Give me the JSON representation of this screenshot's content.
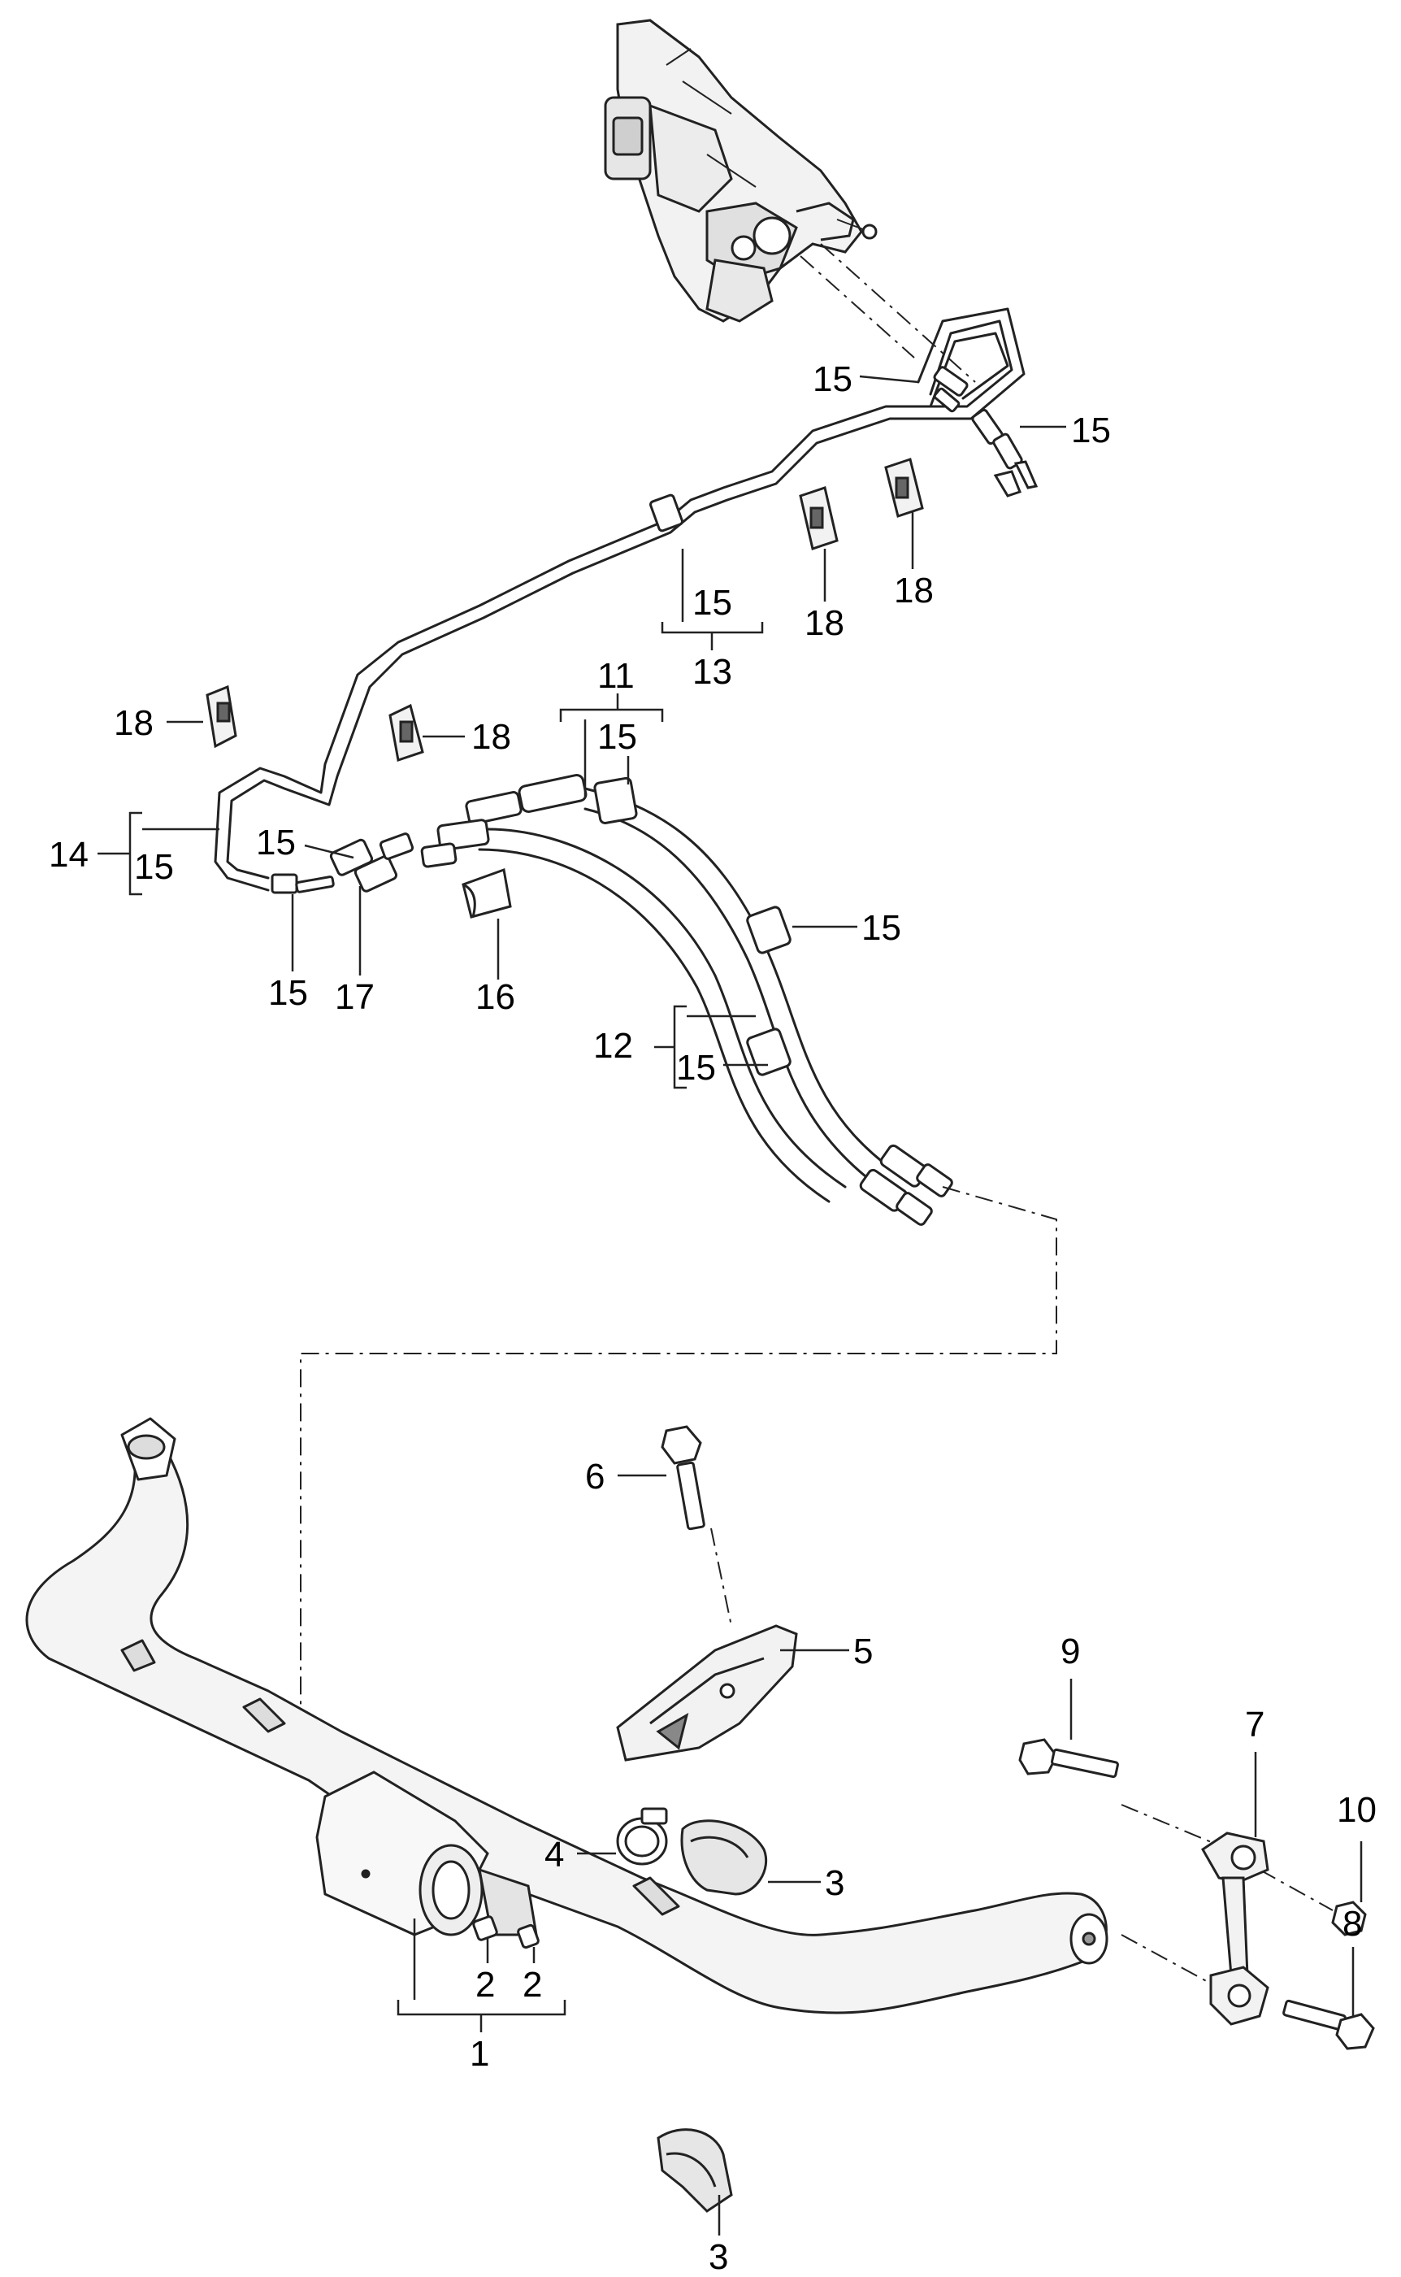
{
  "diagram": {
    "labels": {
      "l15_top": "15",
      "l15_topright": "15",
      "l15_13": "15",
      "l13": "13",
      "l18_a": "18",
      "l18_b": "18",
      "l18_c": "18",
      "l18_d": "18",
      "l11": "11",
      "l15_11": "15",
      "l14": "14",
      "l15_14": "15",
      "l15_conn": "15",
      "l15_bottomleft": "15",
      "l17": "17",
      "l16": "16",
      "l15_hose_right": "15",
      "l12": "12",
      "l15_12": "15",
      "l6": "6",
      "l5": "5",
      "l9": "9",
      "l7": "7",
      "l10": "10",
      "l4": "4",
      "l3_mid": "3",
      "l2_a": "2",
      "l2_b": "2",
      "l1": "1",
      "l8": "8",
      "l3_bottom": "3"
    }
  }
}
